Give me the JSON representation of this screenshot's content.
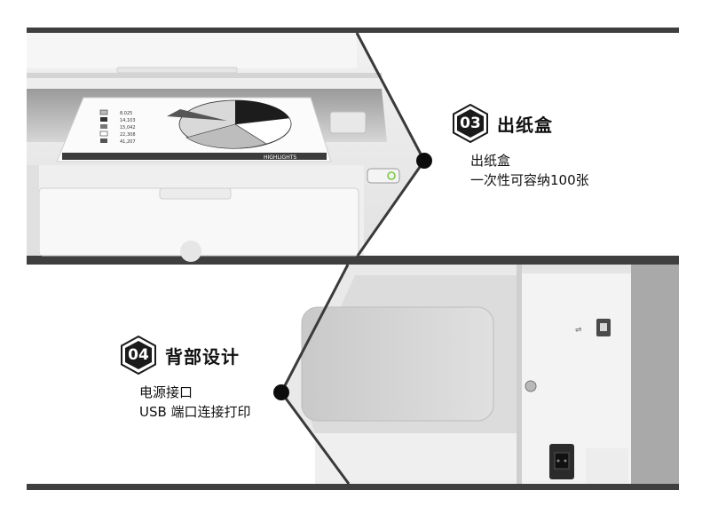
{
  "features": [
    {
      "number": "03",
      "title": "出纸盒",
      "lines": [
        "出纸盒",
        "一次性可容纳100张"
      ]
    },
    {
      "number": "04",
      "title": "背部设计",
      "lines": [
        "电源接口",
        "USB 端口连接打印"
      ]
    }
  ],
  "paper": {
    "legend_values": [
      "8,025",
      "14,103",
      "15,042",
      "22,308",
      "41,207"
    ],
    "banner_text": "HIGHLIGHTS"
  },
  "colors": {
    "band": "#3f3f3f",
    "badge": "#1a1a1a",
    "power_led": "#7ac943"
  }
}
